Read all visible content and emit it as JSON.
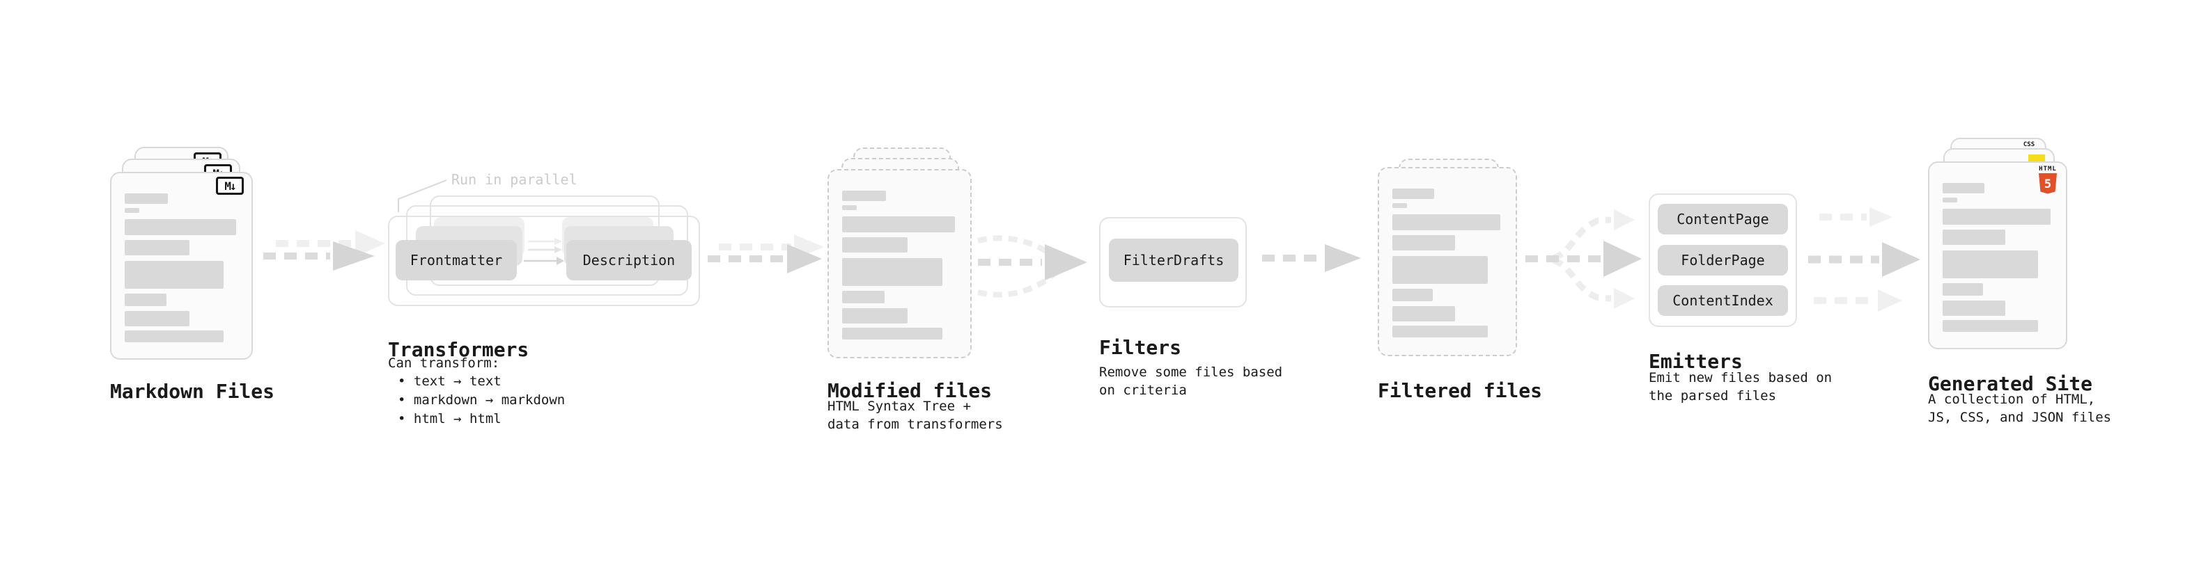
{
  "colors": {
    "html5_orange": "#e34f26",
    "js_yellow": "#f5de19",
    "css_blue": "#2965f1",
    "pill_gray": "#d9d9d9",
    "doc_fill": "#fbfbfb",
    "text_dark": "#1a1a1a",
    "annotation_gray": "#cbcbcb"
  },
  "stages": {
    "markdown_files": {
      "title": "Markdown Files",
      "icon_label": "M↓"
    },
    "transformers": {
      "title": "Transformers",
      "annotation": "Run in parallel",
      "pill_frontmatter": "Frontmatter",
      "pill_description": "Description",
      "desc": "Can transform:",
      "bullets": [
        "• text → text",
        "• markdown → markdown",
        "• html → html"
      ]
    },
    "modified_files": {
      "title": "Modified files",
      "desc_lines": [
        "HTML Syntax Tree +",
        "data from transformers"
      ]
    },
    "filters": {
      "title": "Filters",
      "pill": "FilterDrafts",
      "desc_lines": [
        "Remove some files based",
        "on criteria"
      ]
    },
    "filtered_files": {
      "title": "Filtered files"
    },
    "emitters": {
      "title": "Emitters",
      "pills": [
        "ContentPage",
        "FolderPage",
        "ContentIndex"
      ],
      "desc_lines": [
        "Emit new files based on",
        "the parsed files"
      ]
    },
    "generated_site": {
      "title": "Generated Site",
      "desc_lines": [
        "A collection of HTML,",
        "JS, CSS, and JSON files"
      ],
      "icons": {
        "html5_text": "HTML",
        "html5_number": "5",
        "css_text": "CSS"
      }
    }
  }
}
